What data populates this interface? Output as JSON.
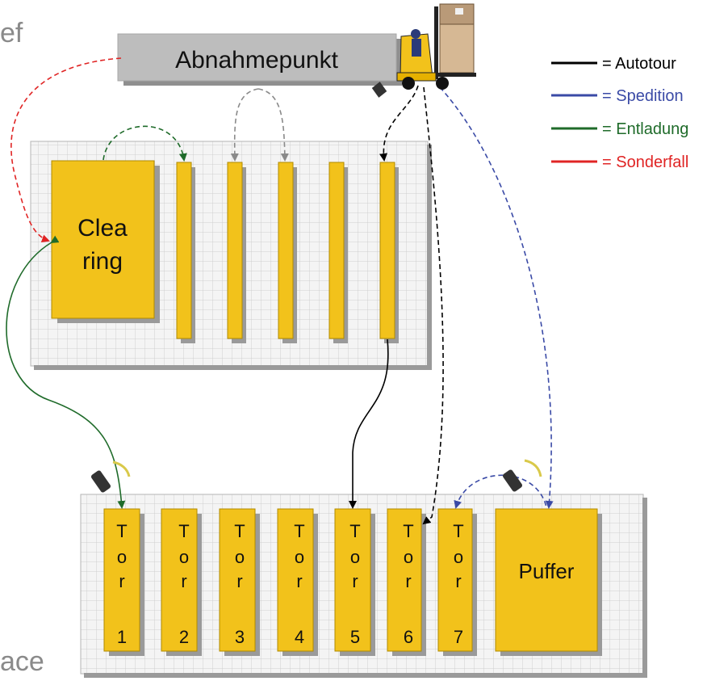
{
  "cut_text": {
    "top_left": "ef",
    "bottom_left": "ace"
  },
  "pickup_point": {
    "label": "Abnahmepunkt"
  },
  "clearing": {
    "line1": "Clea",
    "line2": "ring"
  },
  "buffer": {
    "label": "Puffer"
  },
  "gates": [
    {
      "letters": [
        "T",
        "o",
        "r"
      ],
      "number": "1"
    },
    {
      "letters": [
        "T",
        "o",
        "r"
      ],
      "number": "2"
    },
    {
      "letters": [
        "T",
        "o",
        "r"
      ],
      "number": "3"
    },
    {
      "letters": [
        "T",
        "o",
        "r"
      ],
      "number": "4"
    },
    {
      "letters": [
        "T",
        "o",
        "r"
      ],
      "number": "5"
    },
    {
      "letters": [
        "T",
        "o",
        "r"
      ],
      "number": "6"
    },
    {
      "letters": [
        "T",
        "o",
        "r"
      ],
      "number": "7"
    }
  ],
  "legend": [
    {
      "label": "= Autotour",
      "color": "#000000"
    },
    {
      "label": "= Spedition",
      "color": "#3a4aa6"
    },
    {
      "label": "= Entladung",
      "color": "#1f6b2a"
    },
    {
      "label": "= Sonderfall",
      "color": "#e02424"
    }
  ],
  "colors": {
    "block_fill": "#f2c21b",
    "block_edge": "#b08a00",
    "shadow": "#9a9a9a",
    "grid_line": "#cfcfcf",
    "platform_fill": "#f4f4f4",
    "pickup_fill": "#bdbdbd",
    "grey_arrow": "#8a8a8a"
  },
  "icons": [
    "forklift-icon",
    "handheld-scanner-icon"
  ]
}
